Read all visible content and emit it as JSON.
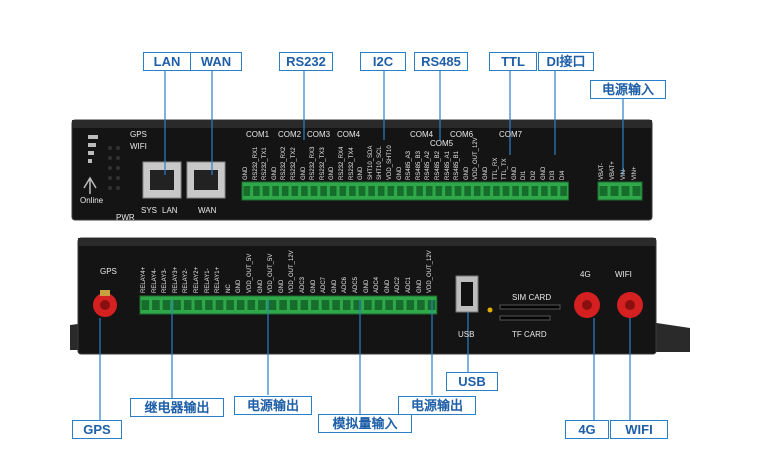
{
  "upper_callouts": {
    "lan": "LAN",
    "wan": "WAN",
    "rs232": "RS232",
    "i2c": "I2C",
    "rs485": "RS485",
    "ttl": "TTL",
    "di": "DI接口",
    "power_in": "电源输入"
  },
  "lower_callouts": {
    "gps": "GPS",
    "relay_out": "继电器输出",
    "power_out_1": "电源输出",
    "analog_in": "模拟量输入",
    "power_out_2": "电源输出",
    "usb": "USB",
    "g4": "4G",
    "wifi": "WIFI"
  },
  "top_panel": {
    "indicators": [
      "GPS",
      "WIFI"
    ],
    "online": "Online",
    "pwr": "PWR",
    "sys": "SYS",
    "lan": "LAN",
    "wan": "WAN",
    "com_labels": [
      "COM1",
      "COM2",
      "COM3",
      "COM4",
      "COM4",
      "COM6",
      "COM7",
      "COM5"
    ],
    "pins": [
      "GND",
      "RS232_RX1",
      "RS232_TX1",
      "GND",
      "RS232_RX2",
      "RS232_TX2",
      "GND",
      "RS232_RX3",
      "RS232_TX3",
      "GND",
      "RS232_RX4",
      "RS232_TX4",
      "GND",
      "SHT10_SDA",
      "SHT10_SCL",
      "VDD_SHT10",
      "GND",
      "RS485_A3",
      "RS485_B3",
      "RS485_A2",
      "RS485_B2",
      "RS485_A1",
      "RS485_B1",
      "GND",
      "VDD_OUT_12V",
      "GND",
      "TTL_RX",
      "TTL_TX",
      "GND",
      "DI1",
      "DI2",
      "GND",
      "DI3",
      "DI4"
    ],
    "power_pins": [
      "VBAT-",
      "VBAT+",
      "VIN-",
      "VIN+"
    ]
  },
  "bottom_panel": {
    "gps": "GPS",
    "g4": "4G",
    "wifi": "WIFI",
    "sim": "SIM CARD",
    "tf": "TF CARD",
    "usb": "USB",
    "pins": [
      "RELAY4+",
      "RELAY4-",
      "RELAY3-",
      "RELAY3+",
      "RELAY2-",
      "RELAY2+",
      "RELAY1-",
      "RELAY1+",
      "NC",
      "GND",
      "VDD_OUT_5V",
      "GND",
      "VDD_OUT_5V",
      "GND",
      "VDD_OUT_12V",
      "ADC3",
      "GND",
      "ADC7",
      "GND",
      "ADC6",
      "ADC5",
      "GND",
      "ADC4",
      "GND",
      "ADC2",
      "ADC1",
      "GND",
      "VDD_OUT_12V"
    ]
  },
  "colors": {
    "callout_border": "#2a7fc9",
    "callout_text": "#1e5fa8",
    "terminal_green": "#2fa84a",
    "antenna_red": "#d42020"
  }
}
